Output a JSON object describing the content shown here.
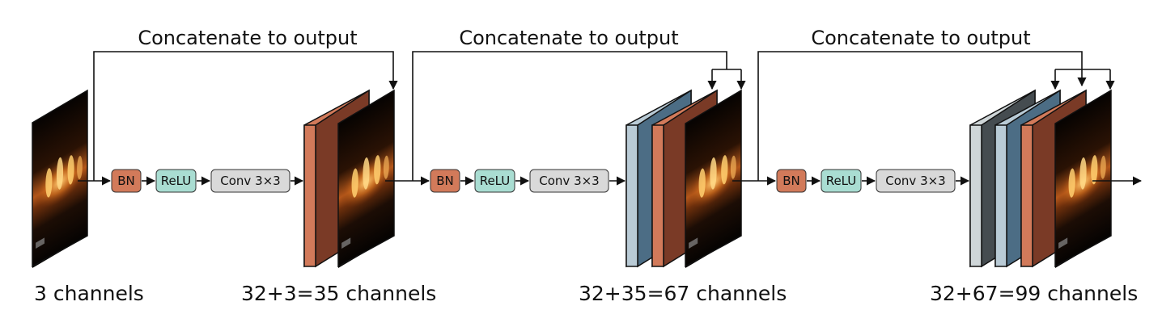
{
  "diagram": {
    "concat_label": "Concatenate to output",
    "ops": {
      "bn": "BN",
      "relu": "ReLU",
      "conv": "Conv 3×3"
    },
    "channel_labels": [
      "3 channels",
      "32+3=35 channels",
      "32+35=67 channels",
      "32+67=99 channels"
    ],
    "colors": {
      "bn": "#d27a5a",
      "relu": "#a9ddd2",
      "conv": "#d9d9d9",
      "slab_orange_front": "#d27a5a",
      "slab_orange_side": "#7a3a26",
      "slab_blue_front": "#b9cbd6",
      "slab_blue_side": "#4c6d85",
      "slab_grey_front": "#cfd6d8",
      "slab_grey_side": "#454c50"
    },
    "image_icon": "fire-candles-image"
  }
}
